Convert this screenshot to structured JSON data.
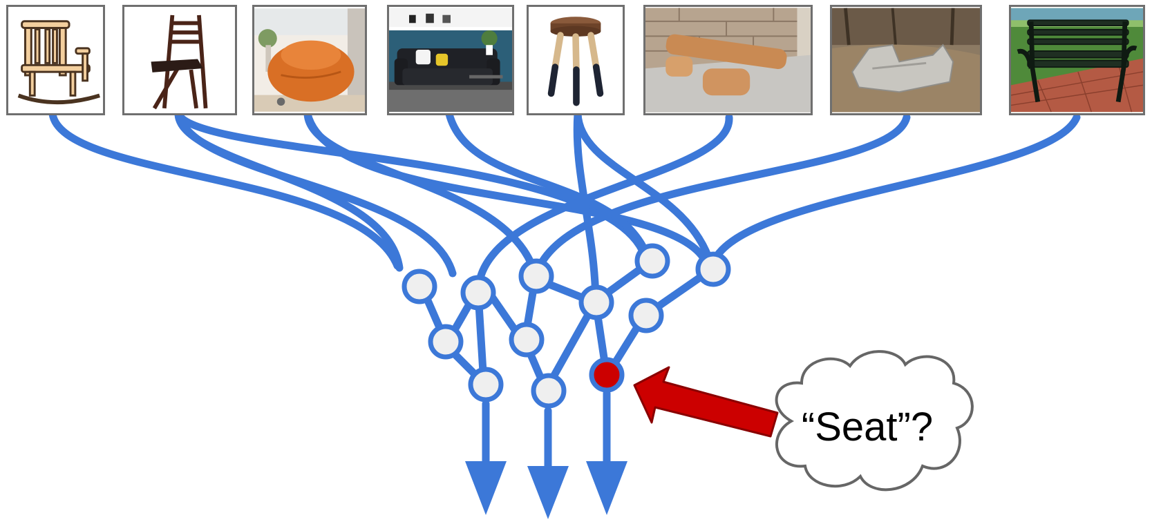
{
  "colors": {
    "edge": "#3c78d8",
    "node_fill": "#efefef",
    "node_stroke": "#3c78d8",
    "highlight_node": "#cc0000",
    "arrow_pointer": "#cc0000",
    "cloud_stroke": "#666666",
    "thumb_border": "#6f6f6f"
  },
  "images": [
    {
      "id": "rocking-chair",
      "icon": "rocking-chair-icon"
    },
    {
      "id": "folding-chair",
      "icon": "folding-chair-icon"
    },
    {
      "id": "bean-bag",
      "icon": "bean-bag-icon"
    },
    {
      "id": "sofa",
      "icon": "sofa-icon"
    },
    {
      "id": "stool",
      "icon": "stool-icon"
    },
    {
      "id": "log-bench",
      "icon": "log-bench-icon"
    },
    {
      "id": "rock-seat",
      "icon": "rock-seat-icon"
    },
    {
      "id": "park-bench",
      "icon": "park-bench-icon"
    }
  ],
  "network": {
    "nodes": 12,
    "highlighted_node": 12,
    "outputs": 3
  },
  "callout": {
    "label": "“Seat”?"
  }
}
